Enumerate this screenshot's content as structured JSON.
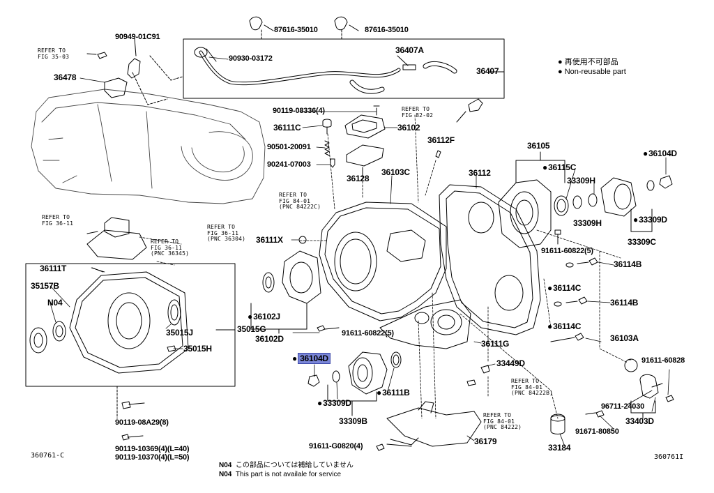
{
  "legend": {
    "jp": "再使用不可部品",
    "en": "Non-reusable part",
    "bullet": "●"
  },
  "figure_codes": {
    "left": "360761-C",
    "right": "360761I"
  },
  "footnote": {
    "code": "N04",
    "jp": "この部品については補給していません",
    "en": "This part is not availale for service"
  },
  "callouts": {
    "p87616_a": "87616-35010",
    "p87616_b": "87616-35010",
    "p90949": "90949-01C91",
    "p90930": "90930-03172",
    "p36407A": "36407A",
    "p36407": "36407",
    "p36478": "36478",
    "p90119_08336": "90119-08336(4)",
    "p36102": "36102",
    "p36111C": "36111C",
    "p90501": "90501-20091",
    "p90241": "90241-07003",
    "p36128": "36128",
    "p36112F": "36112F",
    "p36103C": "36103C",
    "p36112": "36112",
    "p36105": "36105",
    "p36115C": "36115C",
    "p33309H_a": "33309H",
    "p33309H_b": "33309H",
    "p36104D_top": "36104D",
    "p33309D_r": "33309D",
    "p33309C": "33309C",
    "p91611_5_r": "91611-60822(5)",
    "p36114B_a": "36114B",
    "p36114C_a": "36114C",
    "p36114B_b": "36114B",
    "p36114C_b": "36114C",
    "p36103A": "36103A",
    "p36111X": "36111X",
    "p36111T": "36111T",
    "p35157B": "35157B",
    "p35015J": "35015J",
    "p35015G": "35015G",
    "p35015H": "35015H",
    "p36102J": "36102J",
    "p36102D": "36102D",
    "p91611_5_c": "91611-60822(5)",
    "p36111G": "36111G",
    "p36104D_sel": "36104D",
    "p33449D": "33449D",
    "p33309D_c": "33309D",
    "p36111B": "36111B",
    "p33309B": "33309B",
    "p90119_08A29": "90119-08A29(8)",
    "p90119_10369": "90119-10369(4)(L=40)",
    "p90119_10370": "90119-10370(4)(L=50)",
    "p91611_G0820": "91611-G0820(4)",
    "p36179": "36179",
    "p33184": "33184",
    "p91671": "91671-80850",
    "p96711": "96711-24030",
    "p33403D": "33403D",
    "p91611_60828": "91611-60828"
  },
  "refer_notes": {
    "r1": "REFER TO\nFIG 35-03",
    "r2": "REFER TO\nFIG 82-02",
    "r3": "REFER TO\nFIG 84-01\n(PNC 84222C)",
    "r4": "REFER TO\nFIG 36-11",
    "r5": "REFER TO\nFIG 36-11\n(PNC 36304)",
    "r6": "REFER TO\nFIG 36-11\n(PNC 36345)",
    "r7": "REFER TO\nFIG 84-01\n(PNC 84222B)",
    "r8": "REFER TO\nFIG 84-01\n(PNC 84222)"
  },
  "badge_label": "N04"
}
